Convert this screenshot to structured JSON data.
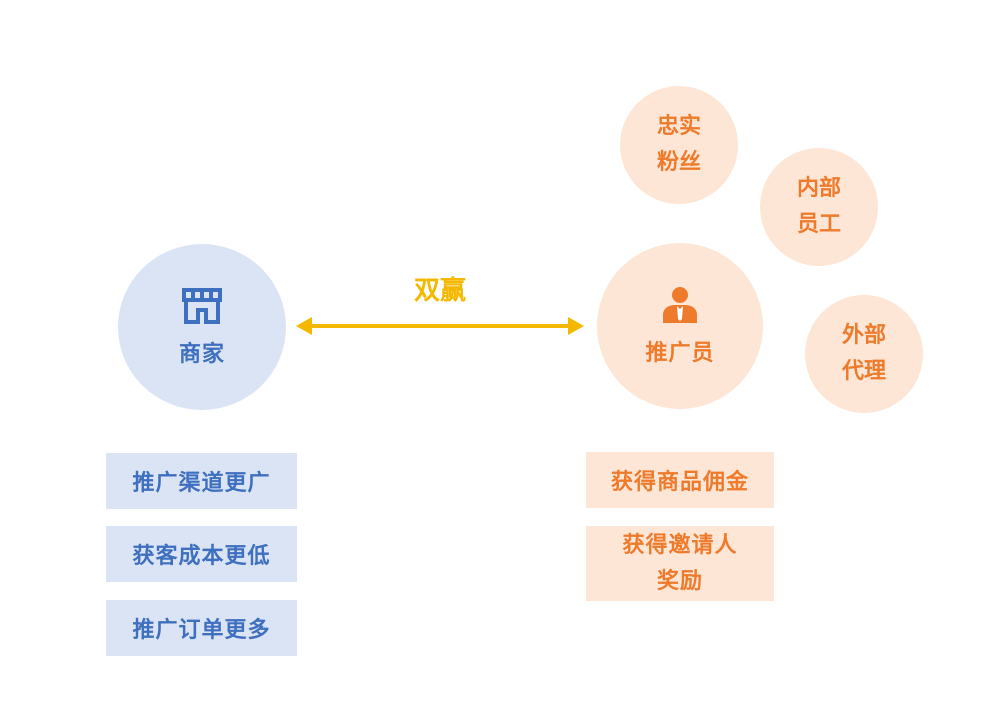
{
  "merchant": {
    "label": "商家",
    "icon": "store-icon"
  },
  "promoter": {
    "label": "推广员",
    "icon": "person-icon"
  },
  "relation": {
    "label": "双赢"
  },
  "sources": [
    {
      "line1": "忠实",
      "line2": "粉丝"
    },
    {
      "line1": "内部",
      "line2": "员工"
    },
    {
      "line1": "外部",
      "line2": "代理"
    }
  ],
  "merchant_benefits": [
    "推广渠道更广",
    "获客成本更低",
    "推广订单更多"
  ],
  "promoter_benefits": [
    {
      "line1": "获得商品佣金"
    },
    {
      "line1": "获得邀请人",
      "line2": "奖励"
    }
  ],
  "colors": {
    "blue": "#3f6fbf",
    "blue_bg": "#dae4f4",
    "orange": "#ee7a2b",
    "orange_bg": "#fde6d6",
    "arrow": "#f5b800"
  }
}
